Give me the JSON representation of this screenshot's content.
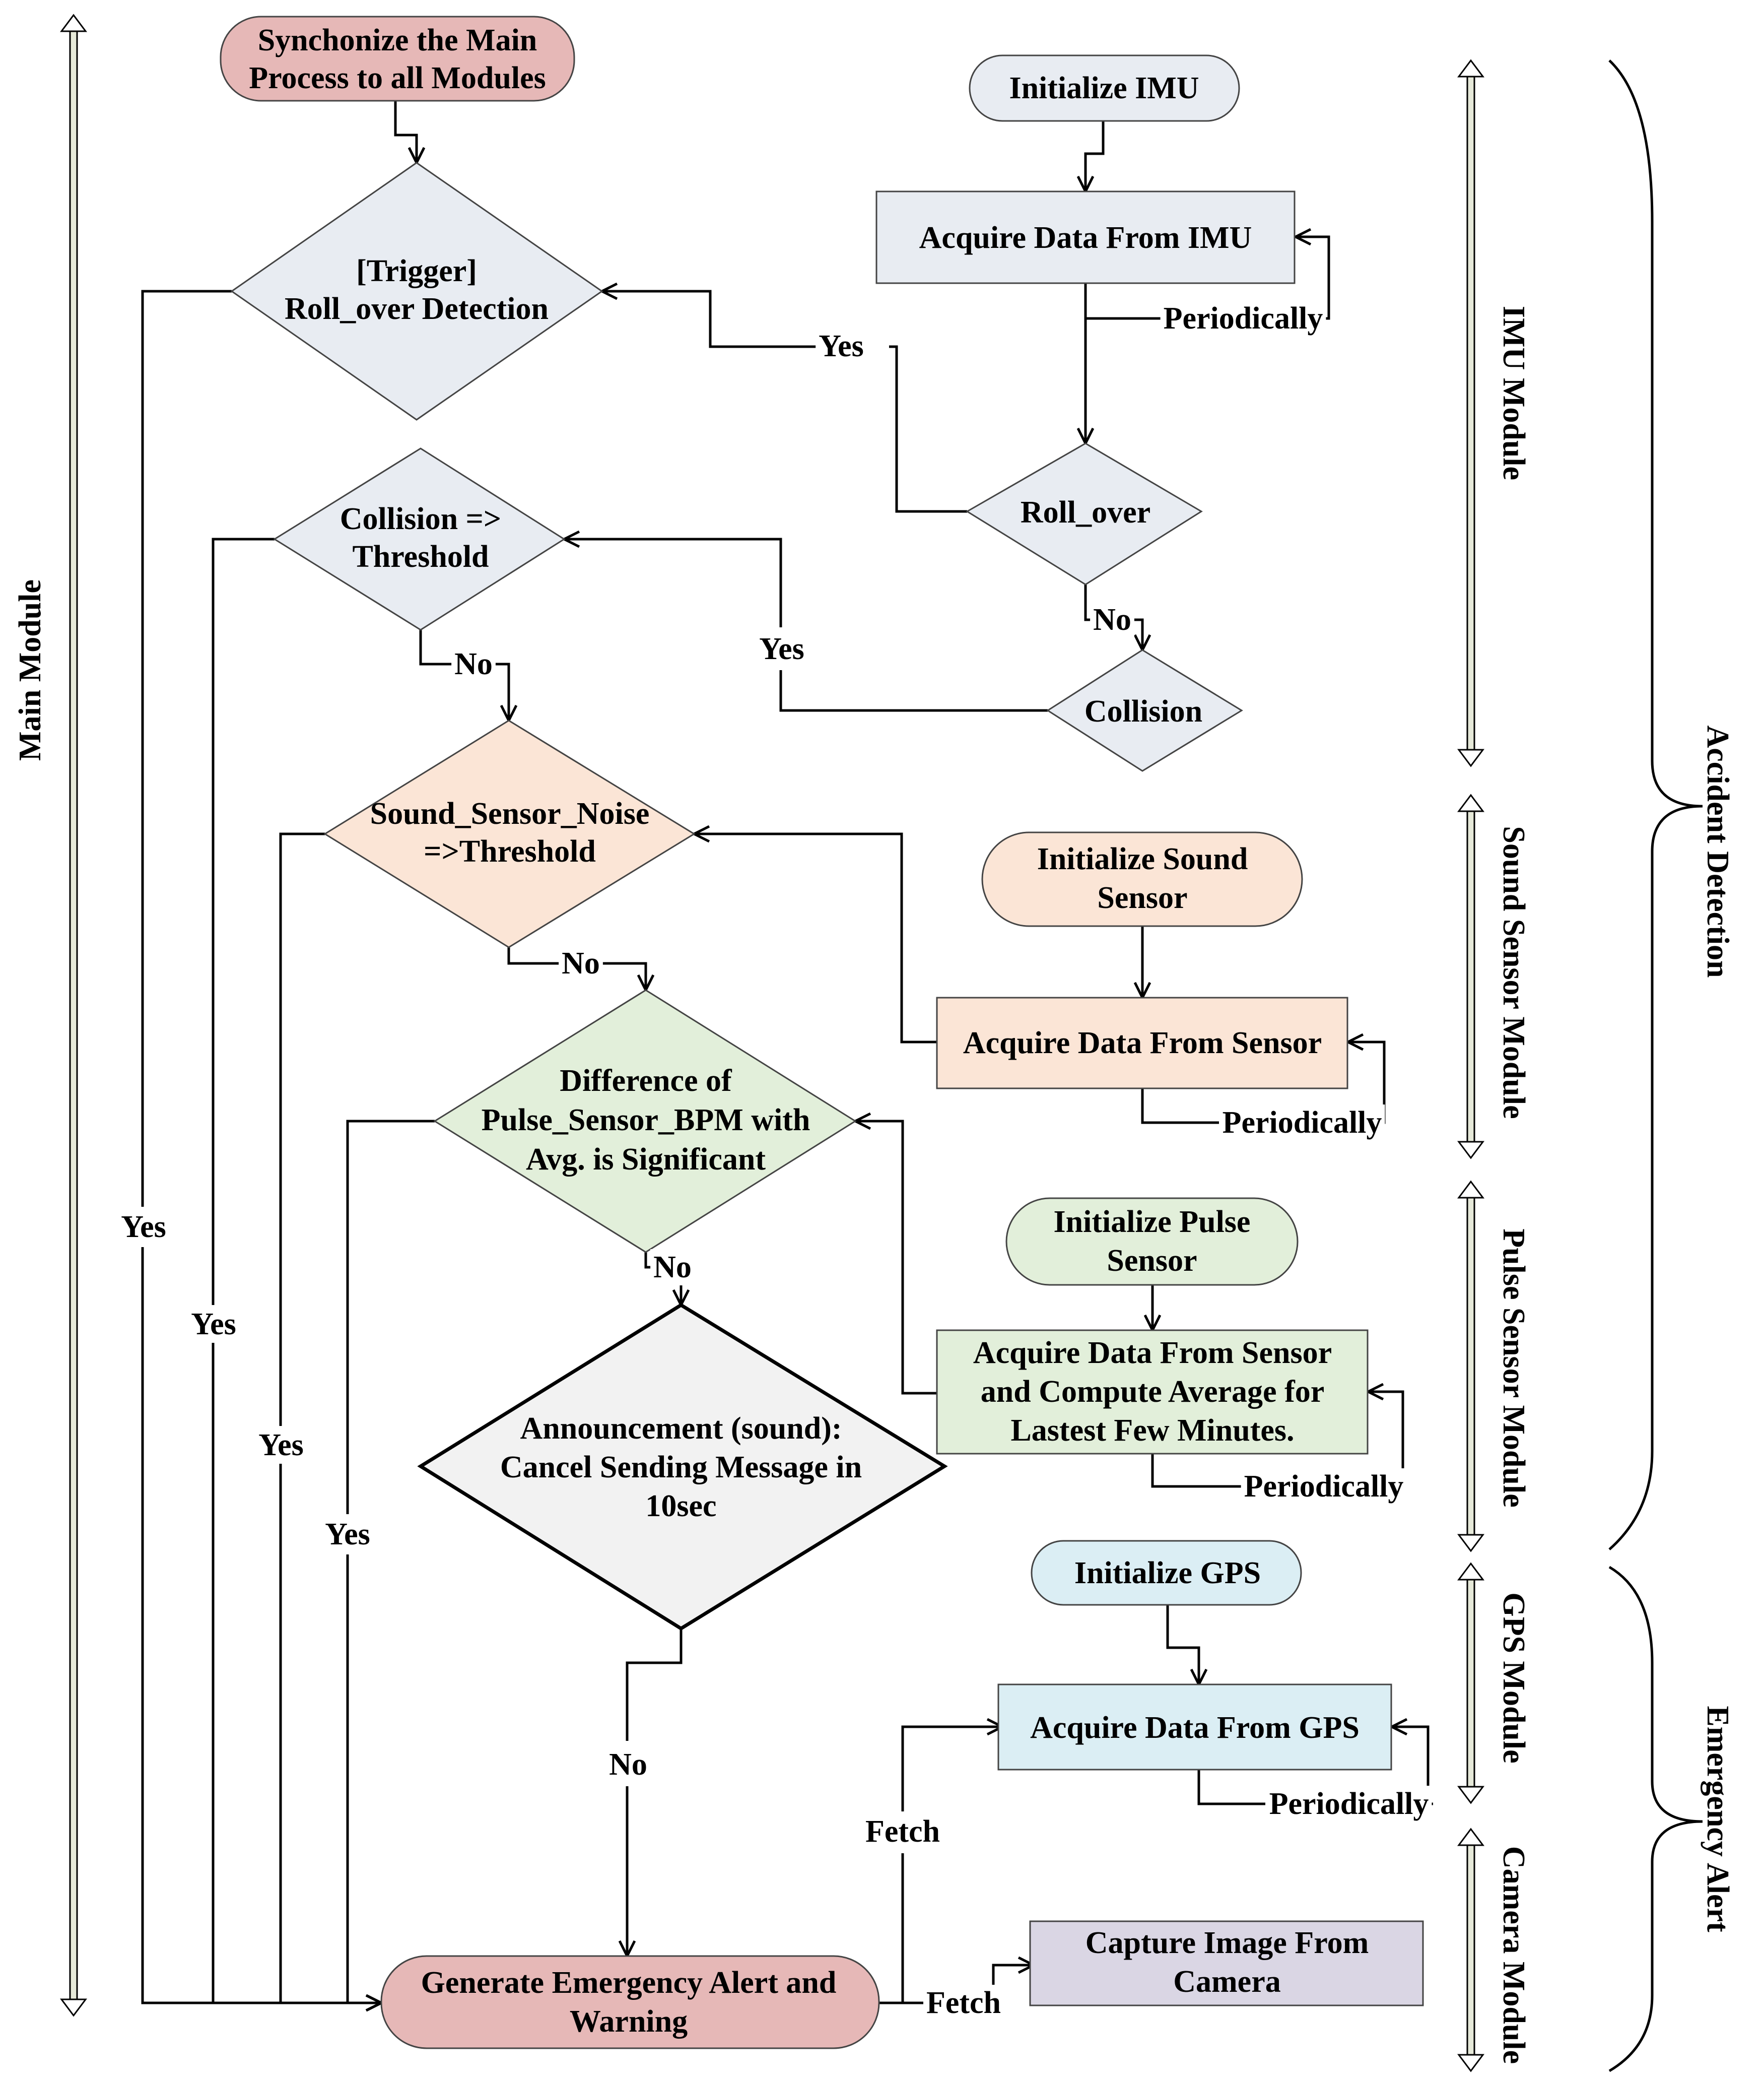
{
  "colors": {
    "pink": "#e6b8b7",
    "blue_grey": "#e8ecf2",
    "peach": "#fbe5d6",
    "green": "#e2efda",
    "grey": "#f2f2f2",
    "light_blue": "#dbeef4",
    "lavender": "#dad6e4",
    "arrow_shaft": "#e6e9d9"
  },
  "nodes": {
    "sync": "Synchonize the Main Process to all Modules",
    "trigger": "[Trigger] Roll_over Detection",
    "collision_threshold": "Collision => Threshold",
    "sound_threshold": "Sound_Sensor_Noise =>Threshold",
    "pulse_diff": "Difference of Pulse_Sensor_BPM with Avg. is Significant",
    "announcement": "Announcement (sound): Cancel Sending Message in 10sec",
    "generate_alert": "Generate Emergency Alert and Warning",
    "init_imu": "Initialize IMU",
    "acquire_imu": "Acquire Data From IMU",
    "roll_over": "Roll_over",
    "collision": "Collision",
    "init_sound": "Initialize Sound Sensor",
    "acquire_sound": "Acquire Data From Sensor",
    "init_pulse": "Initialize Pulse Sensor",
    "acquire_pulse": "Acquire Data From Sensor and Compute Average for Lastest Few Minutes.",
    "init_gps": "Initialize GPS",
    "acquire_gps": "Acquire Data From GPS",
    "capture_camera": "Capture Image From Camera"
  },
  "edge_labels": {
    "yes": "Yes",
    "no": "No",
    "periodically": "Periodically",
    "fetch": "Fetch"
  },
  "modules": {
    "main": "Main Module",
    "imu": "IMU Module",
    "sound": "Sound Sensor Module",
    "pulse": "Pulse Sensor Module",
    "gps": "GPS Module",
    "camera": "Camera Module"
  },
  "groups": {
    "accident": "Accident Detection",
    "emergency": "Emergency Alert"
  }
}
